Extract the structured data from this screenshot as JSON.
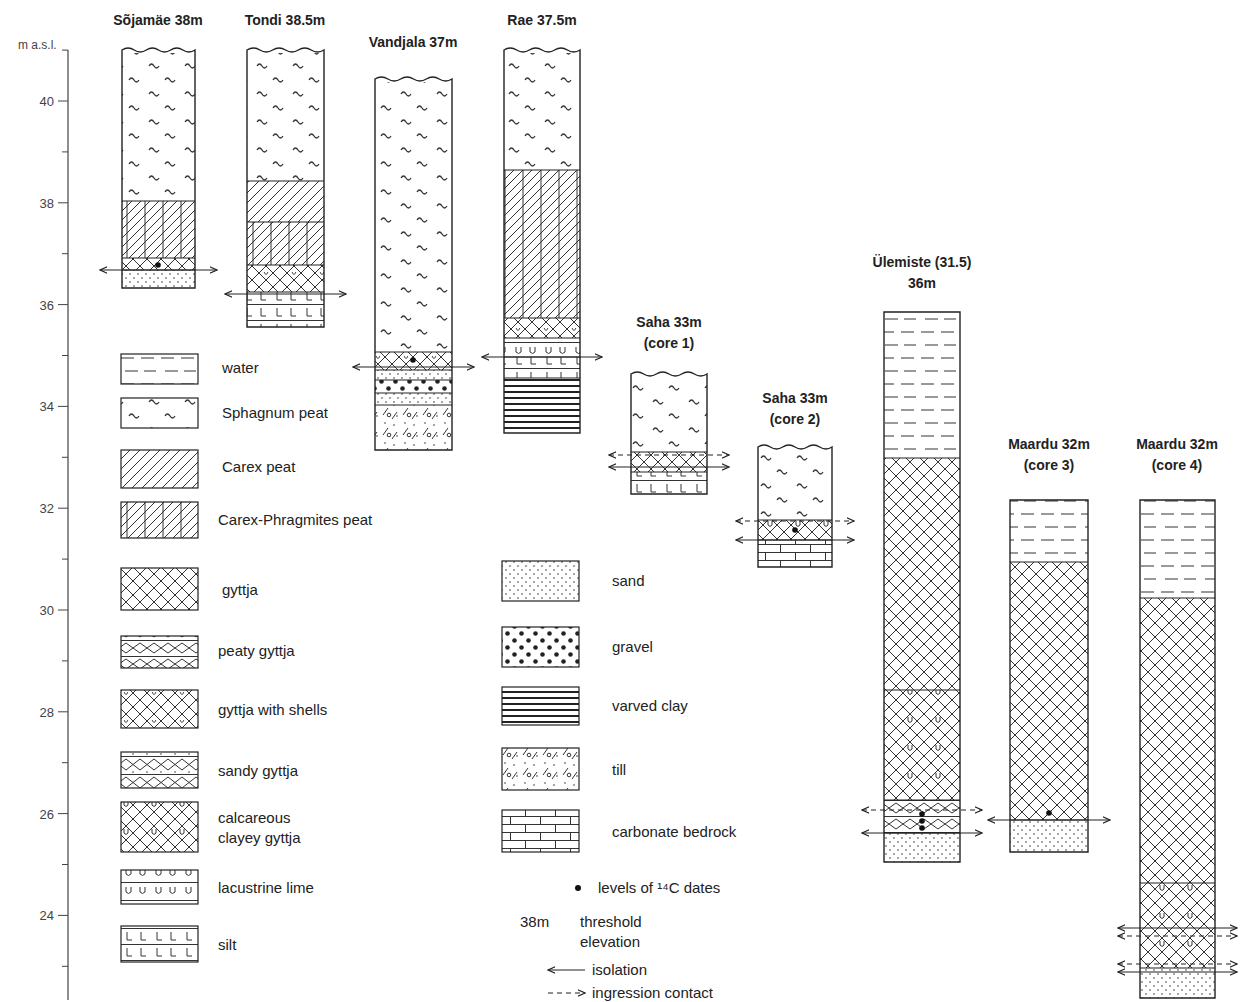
{
  "diagram": {
    "nodes": [
      {
        "text": [
          "Sõjamäe 38m"
        ]
      },
      {
        "text": [
          "Tondi 38.5m"
        ]
      },
      {
        "text": [
          "Vandjala 37m"
        ]
      },
      {
        "text": [
          "Rae 37.5m"
        ]
      },
      {
        "text": [
          "Saha 33m (core 1)"
        ]
      },
      {
        "text": [
          "Saha 33m (core 2)"
        ]
      },
      {
        "text": [
          "Ülemiste (31.5) 36m"
        ]
      },
      {
        "text": [
          "Maardu 32m (core 3)"
        ]
      },
      {
        "text": [
          "Maardu 32m (core 4)"
        ]
      }
    ],
    "labels": [
      "m a.s.l.",
      "40",
      "38",
      "36",
      "34",
      "32",
      "30",
      "28",
      "26",
      "24",
      "38m"
    ],
    "legend": [
      {
        "text": "water"
      },
      {
        "text": "Sphagnum peat"
      },
      {
        "text": "Carex peat"
      },
      {
        "text": "Carex-Phragmites peat"
      },
      {
        "text": "gyttja"
      },
      {
        "text": "peaty gyttja"
      },
      {
        "text": "gyttja with shells"
      },
      {
        "text": "sandy gyttja"
      },
      {
        "text": "calcareous clayey gyttja"
      },
      {
        "text": "lacustrine lime"
      },
      {
        "text": "silt"
      },
      {
        "text": "sand"
      },
      {
        "text": "gravel"
      },
      {
        "text": "varved clay"
      },
      {
        "text": "till"
      },
      {
        "text": "carbonate bedrock"
      },
      {
        "text": "levels of ¹⁴C dates"
      },
      {
        "text": "threshold elevation"
      },
      {
        "text": "isolation"
      },
      {
        "text": "ingression contact"
      }
    ]
  }
}
